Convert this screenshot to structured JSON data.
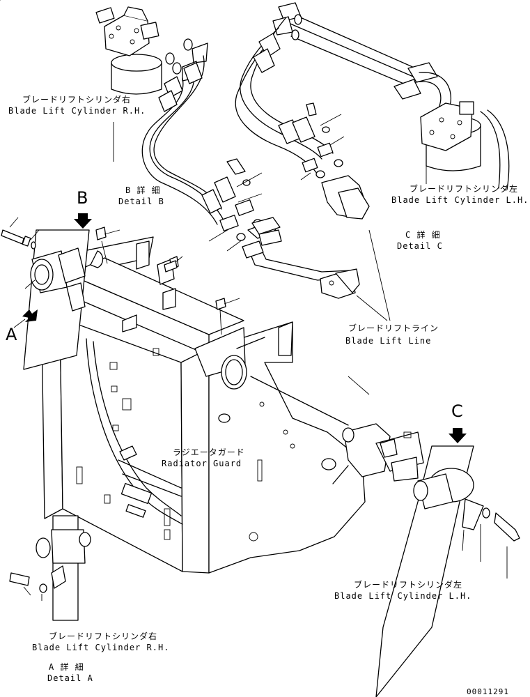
{
  "labels": {
    "blade_lift_cyl_rh_top_jp": "ブレードリフトシリンダ右",
    "blade_lift_cyl_rh_top_en": "Blade Lift Cylinder R.H.",
    "blade_lift_cyl_lh_top_jp": "ブレードリフトシリンダ左",
    "blade_lift_cyl_lh_top_en": "Blade Lift Cylinder L.H.",
    "detail_b_jp": "B 詳 細",
    "detail_b_en": "Detail B",
    "detail_c_jp": "C 詳 細",
    "detail_c_en": "Detail C",
    "blade_lift_line_jp": "ブレードリフトライン",
    "blade_lift_line_en": "Blade Lift Line",
    "radiator_guard_jp": "ラジエータガード",
    "radiator_guard_en": "Radiator Guard",
    "blade_lift_cyl_lh_bottom_jp": "ブレードリフトシリンダ左",
    "blade_lift_cyl_lh_bottom_en": "Blade Lift Cylinder L.H.",
    "blade_lift_cyl_rh_bottom_jp": "ブレードリフトシリンダ右",
    "blade_lift_cyl_rh_bottom_en": "Blade Lift Cylinder R.H.",
    "detail_a_jp": "A 詳 細",
    "detail_a_en": "Detail A",
    "view_a": "A",
    "view_b": "B",
    "view_c": "C",
    "drawing_number": "00011291"
  }
}
